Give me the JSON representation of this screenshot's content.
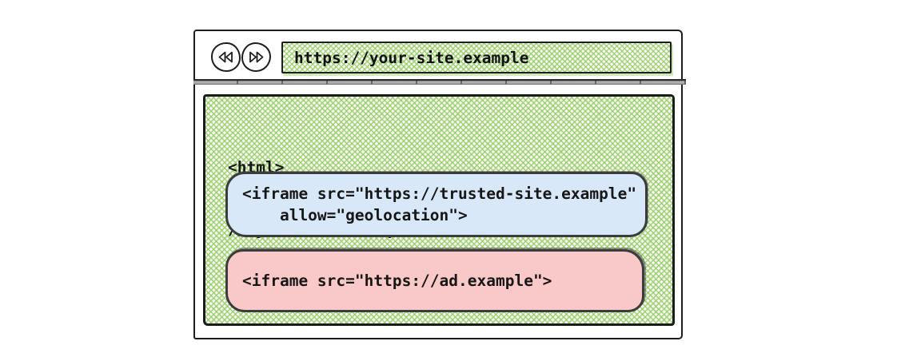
{
  "toolbar": {
    "back_icon": "double-left-arrow",
    "forward_icon": "double-right-arrow",
    "address_url": "https://your-site.example"
  },
  "page": {
    "code_lines": [
      "<html>",
      "// your-site.example code"
    ],
    "trusted_iframe": {
      "lines": [
        "<iframe src=\"https://trusted-site.example\"",
        "    allow=\"geolocation\">"
      ]
    },
    "ad_iframe": {
      "lines": [
        "<iframe src=\"https://ad.example\">"
      ]
    }
  },
  "colors": {
    "hatch_green": "#97ce65",
    "trusted_iframe_fill": "#d9e8f8",
    "ad_iframe_fill": "#f9c8c8",
    "ink": "#1c1c1c",
    "divider_gray": "#9a9a9a"
  }
}
